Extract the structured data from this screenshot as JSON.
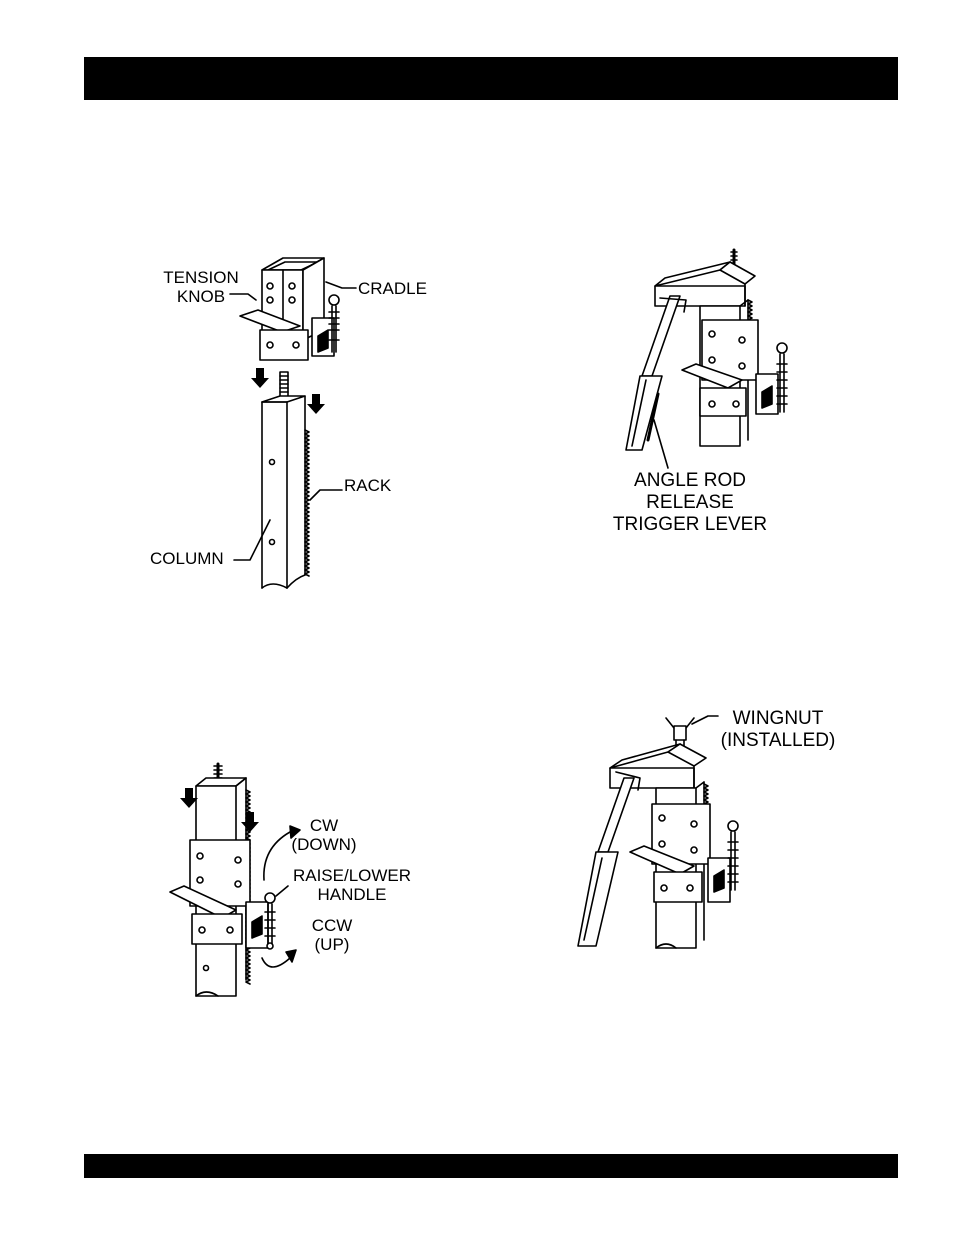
{
  "figure1": {
    "tension_knob_line1": "TENSION",
    "tension_knob_line2": "KNOB",
    "cradle": "CRADLE",
    "rack": "RACK",
    "column": "COLUMN"
  },
  "figure2": {
    "line1": "ANGLE ROD",
    "line2": "RELEASE",
    "line3": "TRIGGER LEVER"
  },
  "figure3": {
    "cw_line1": "CW",
    "cw_line2": "(DOWN)",
    "handle_line1": "RAISE/LOWER",
    "handle_line2": "HANDLE",
    "ccw_line1": "CCW",
    "ccw_line2": "(UP)"
  },
  "figure4": {
    "wingnut_line1": "WINGNUT",
    "wingnut_line2": "(INSTALLED)"
  }
}
